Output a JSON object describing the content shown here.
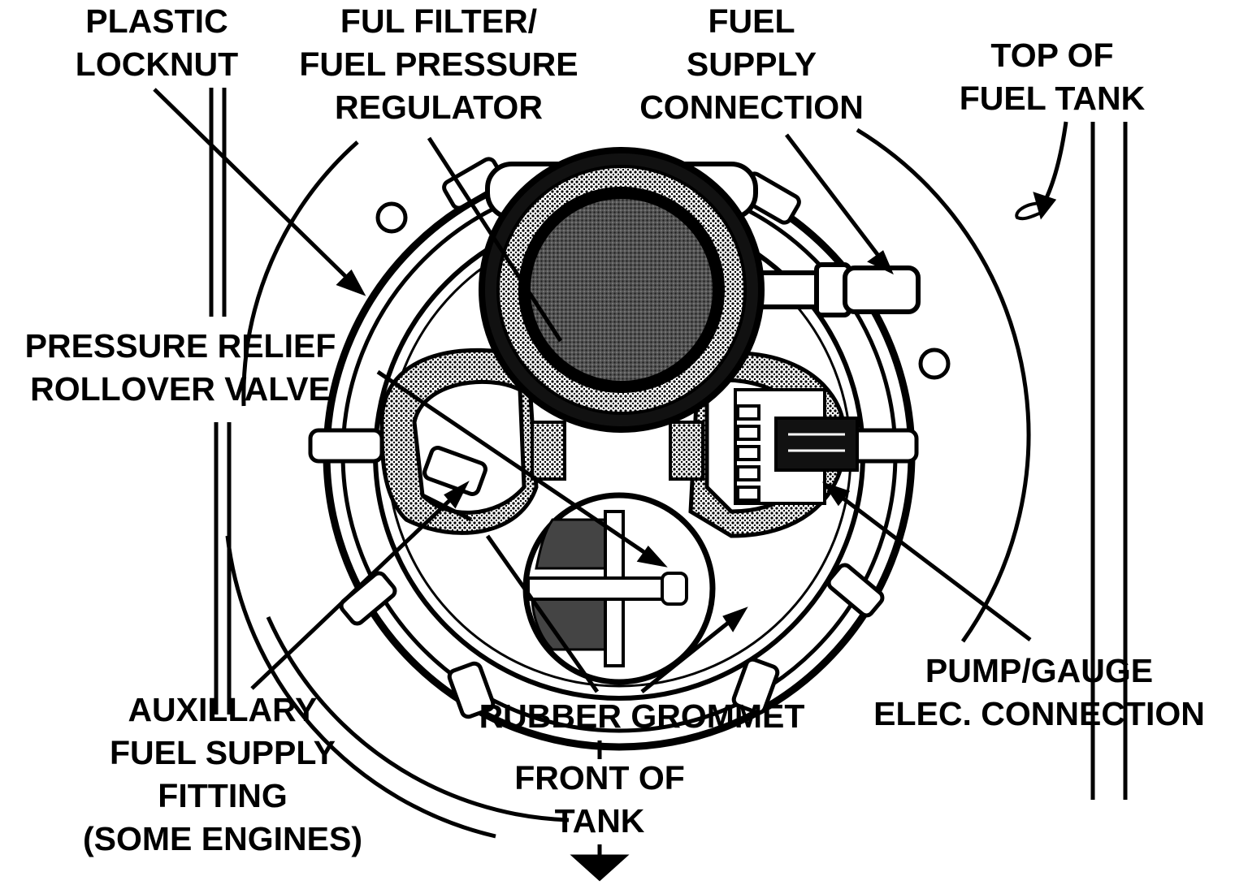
{
  "labels": {
    "plastic_locknut": [
      "PLASTIC",
      "LOCKNUT"
    ],
    "fuel_filter": [
      "FUL FILTER/",
      "FUEL PRESSURE",
      "REGULATOR"
    ],
    "fuel_supply": [
      "FUEL",
      "SUPPLY",
      "CONNECTION"
    ],
    "top_of_tank": [
      "TOP OF",
      "FUEL TANK"
    ],
    "pressure_relief": [
      "PRESSURE RELIEF",
      "ROLLOVER VALVE"
    ],
    "pump_gauge": [
      "PUMP/GAUGE",
      "ELEC. CONNECTION"
    ],
    "rubber_grommet": [
      "RUBBER GROMMET"
    ],
    "front_of_tank": [
      "FRONT OF",
      "TANK"
    ],
    "auxiliary": [
      "AUXILLARY",
      "FUEL SUPPLY",
      "FITTING",
      "(SOME ENGINES)"
    ]
  },
  "colors": {
    "ink": "#000000",
    "paper": "#ffffff",
    "shade": "#3a3a3a"
  }
}
